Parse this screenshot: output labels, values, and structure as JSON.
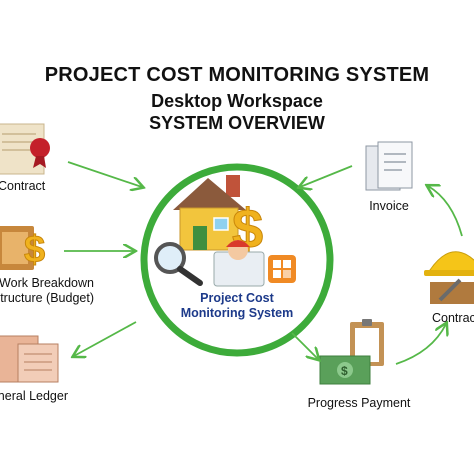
{
  "header": {
    "title": "PROJECT COST MONITORING SYSTEM",
    "subtitle": "Desktop Workspace",
    "subtitle2": "SYSTEM OVERVIEW"
  },
  "center": {
    "line1": "Project Cost",
    "line2": "Monitoring System"
  },
  "nodes": {
    "contract": "Contract",
    "wbs_line1": "Work Breakdown",
    "wbs_line2": "Structure (Budget)",
    "ledger": "General Ledger",
    "invoice": "Invoice",
    "contractor": "Contractor",
    "payment": "Progress Payment"
  },
  "colors": {
    "ring": "#3dab3a",
    "arrow": "#55b848",
    "center_text": "#1d3a8a",
    "house_wall": "#f2c53d",
    "roof": "#8b5a3c",
    "dollar": "#f0b21e",
    "hardhat": "#f5c518",
    "money": "#5aa05a"
  },
  "icons": {
    "contract": "document-with-seal-icon",
    "wbs": "budget-folder-dollar-icon",
    "ledger": "ledger-books-icon",
    "invoice": "invoice-papers-icon",
    "contractor": "hardhat-toolbox-icon",
    "payment": "money-clipboard-icon",
    "center": "house-dollar-magnifier-icon"
  }
}
